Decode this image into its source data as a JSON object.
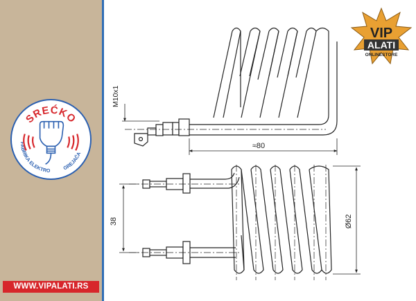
{
  "sidebar": {
    "logo": {
      "brand": "SREĆKO",
      "subtitle_left": "FABRIKA ELEKTRO",
      "subtitle_right": "GREJAČA"
    },
    "website": "WWW.VIPALATI.RS"
  },
  "brand_badge": {
    "line1": "VIP",
    "line2": "ALATI",
    "line3": "ONLINESTORE"
  },
  "drawing": {
    "thread_label": "M10x1",
    "length_label": "≈80",
    "spacing_label": "38",
    "diameter_label": "Ø62"
  }
}
